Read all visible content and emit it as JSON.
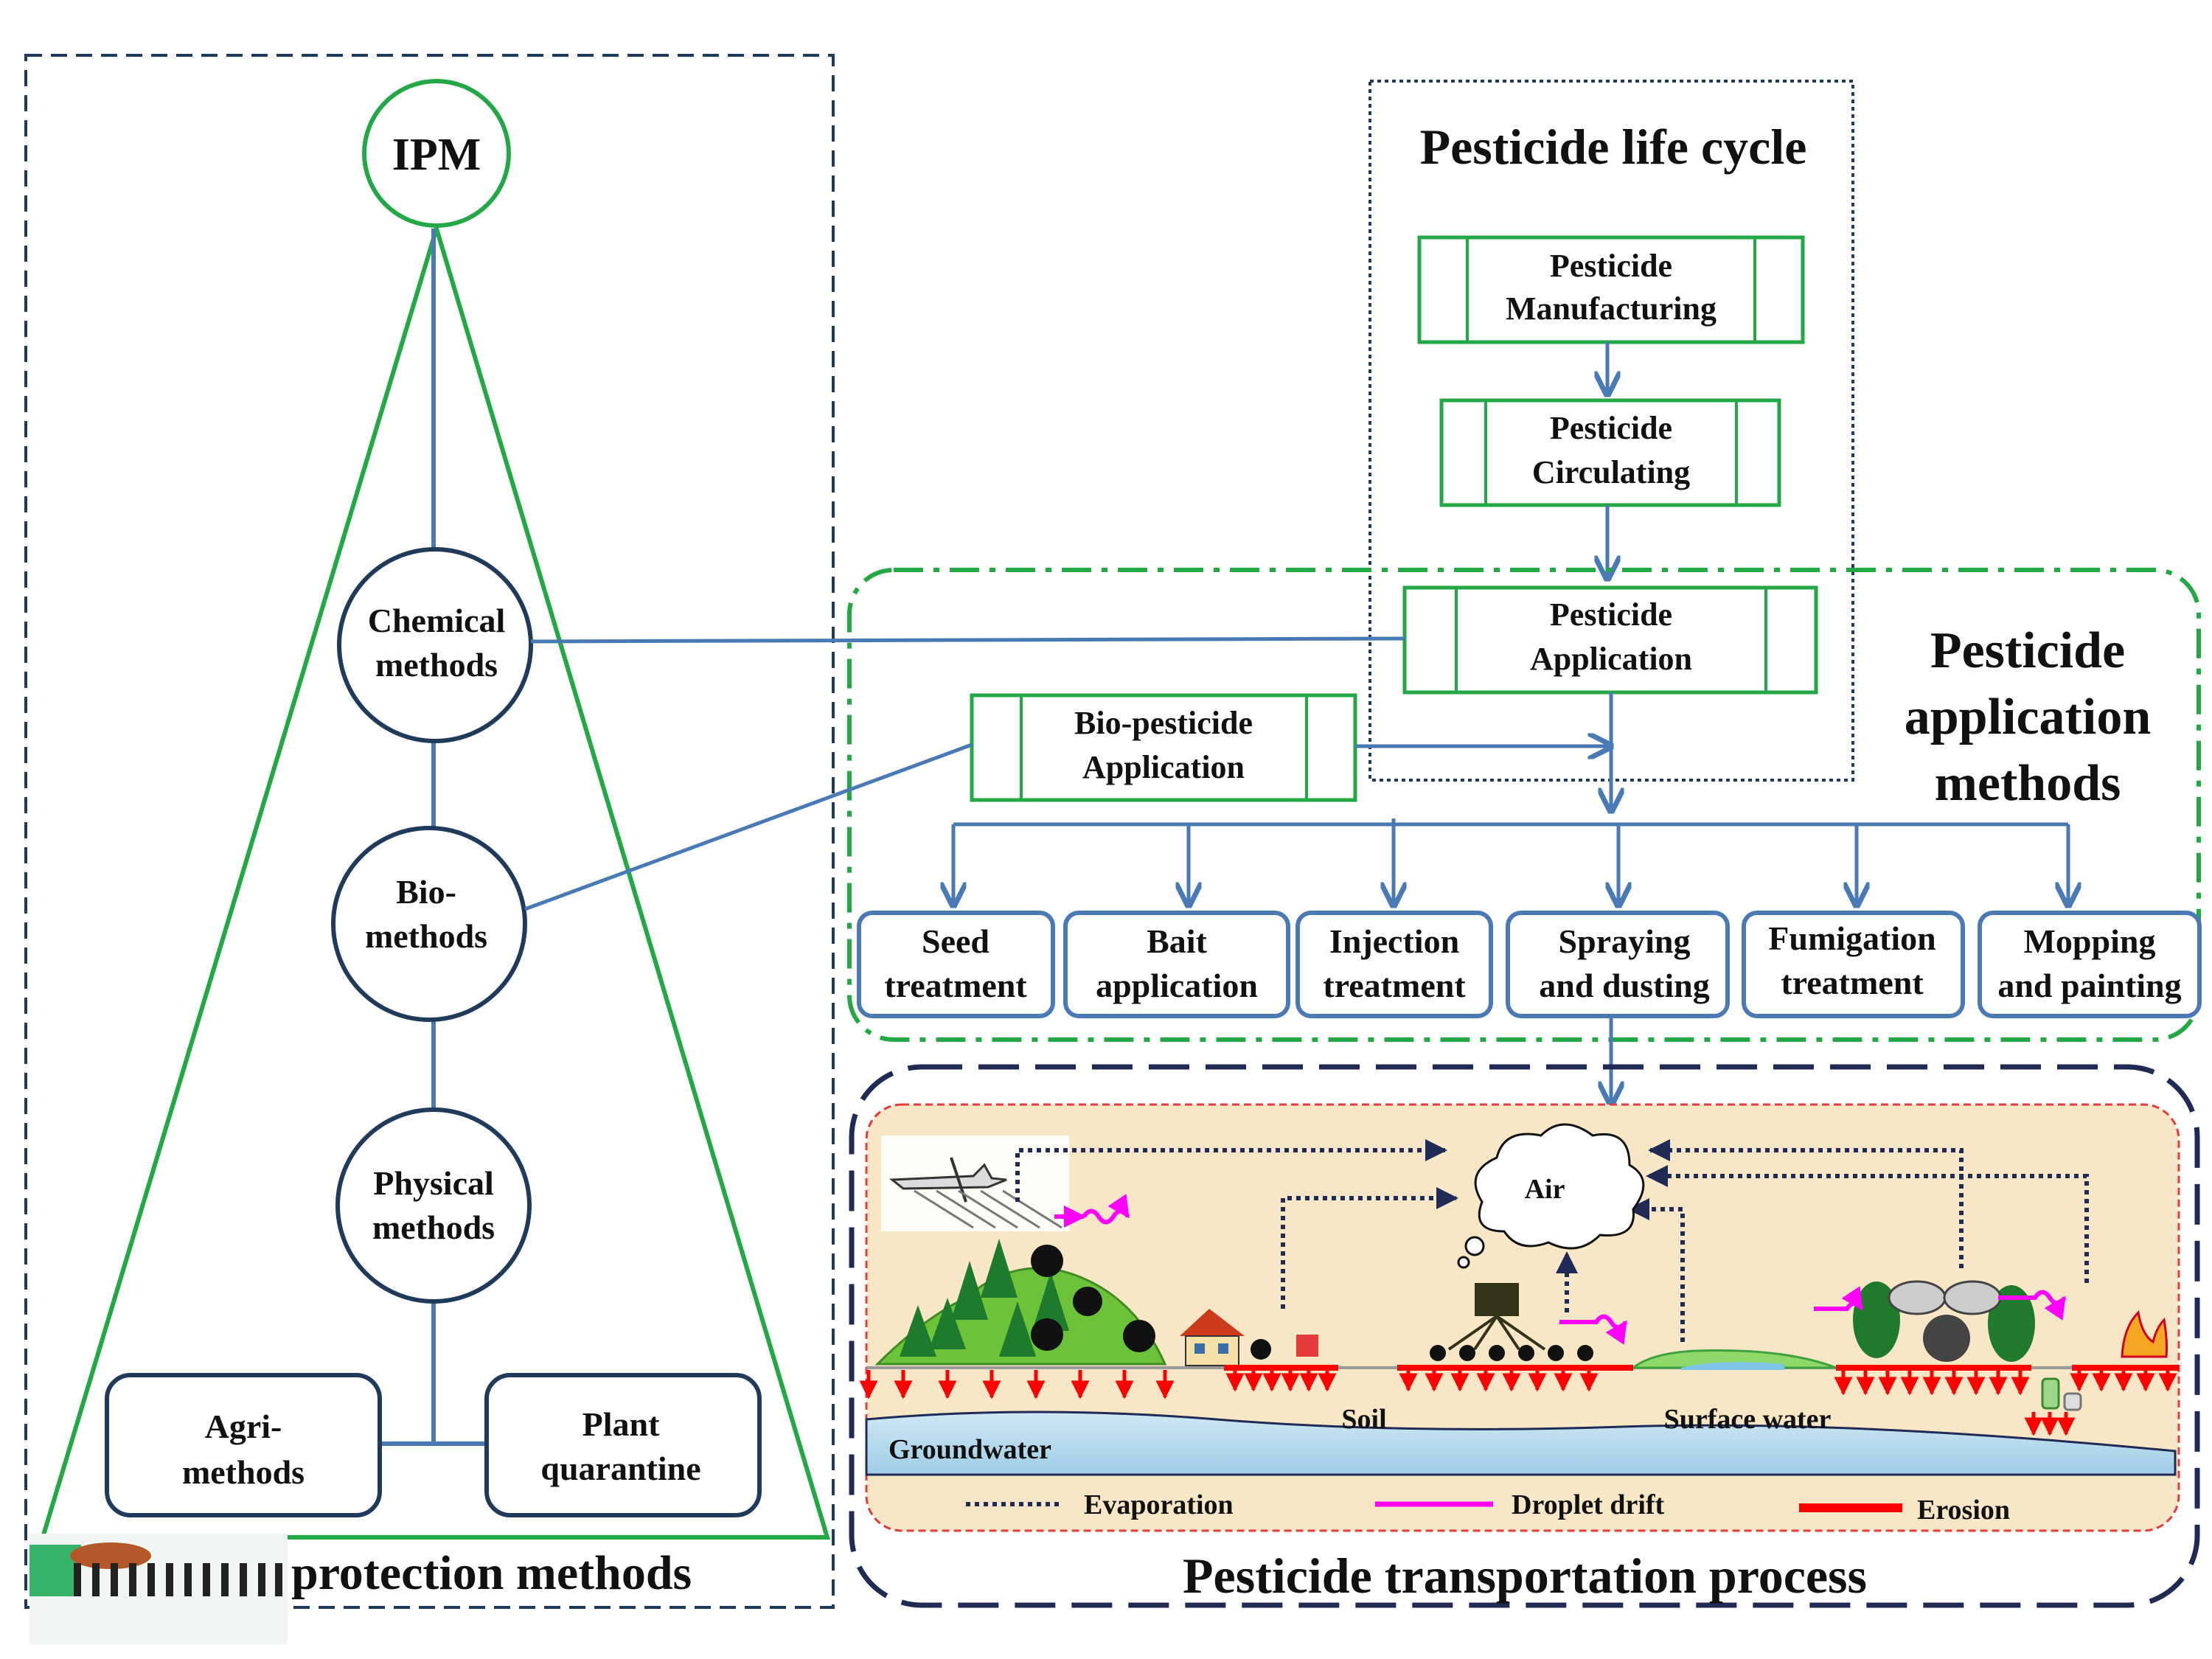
{
  "ipm": {
    "top": "IPM",
    "chemical": [
      "Chemical",
      "methods"
    ],
    "bio": [
      "Bio-",
      "methods"
    ],
    "physical": [
      "Physical",
      "methods"
    ],
    "agri": [
      "Agri-",
      "methods"
    ],
    "quarantine": [
      "Plant",
      "quarantine"
    ],
    "section_title": "protection methods"
  },
  "lifecycle": {
    "title": "Pesticide life cycle",
    "manufacturing": [
      "Pesticide",
      "Manufacturing"
    ],
    "circulating": [
      "Pesticide",
      "Circulating"
    ],
    "application": [
      "Pesticide",
      "Application"
    ]
  },
  "application_methods": {
    "title": [
      "Pesticide",
      "application",
      "methods"
    ],
    "bio_pesticide": [
      "Bio-pesticide",
      "Application"
    ],
    "methods": [
      [
        "Seed",
        "treatment"
      ],
      [
        "Bait",
        "application"
      ],
      [
        "Injection",
        "treatment"
      ],
      [
        "Spraying",
        "and dusting"
      ],
      [
        "Fumigation",
        "treatment"
      ],
      [
        "Mopping",
        "and painting"
      ]
    ]
  },
  "transport": {
    "title": "Pesticide transportation process",
    "air": "Air",
    "soil": "Soil",
    "surface_water": "Surface water",
    "groundwater": "Groundwater",
    "legend": {
      "evaporation": "Evaporation",
      "droplet_drift": "Droplet drift",
      "erosion": "Erosion"
    }
  },
  "colors": {
    "green": "#22a845",
    "blue": "#4a7ab5",
    "navy": "#203a5c",
    "dark_navy": "#1f2a55",
    "red": "#ff0000",
    "magenta": "#ff00ff",
    "sand": "#f8e7c6",
    "water": "#b9dcee"
  }
}
